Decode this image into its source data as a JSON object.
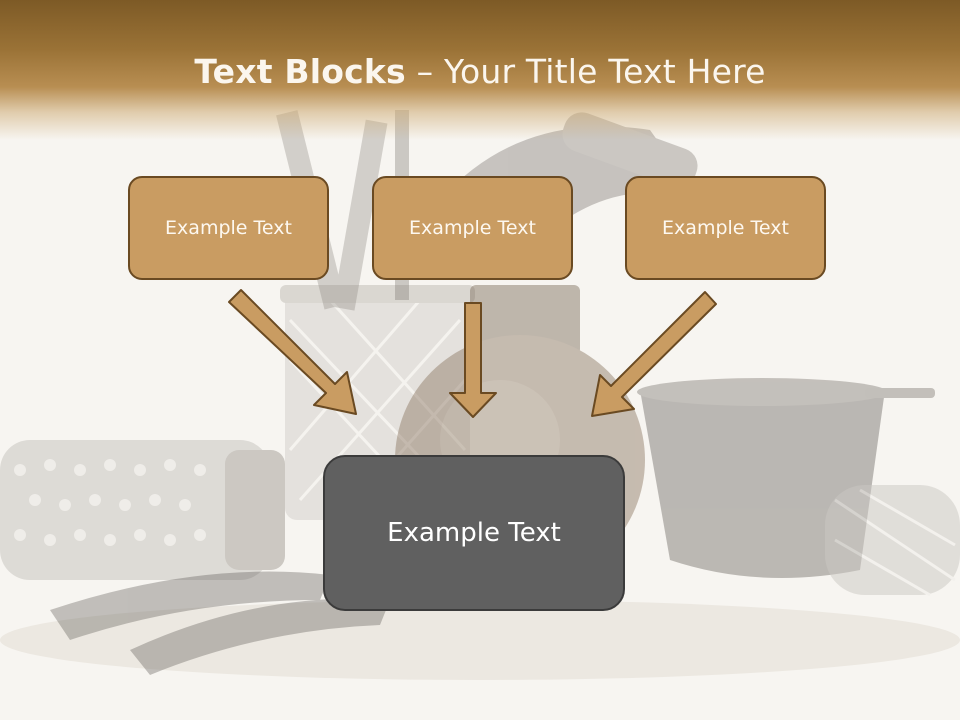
{
  "slide": {
    "title_bold": "Text Blocks",
    "title_separator": " – ",
    "title_rest": "Your Title Text Here",
    "blocks": [
      {
        "label": "Example Text"
      },
      {
        "label": "Example Text"
      },
      {
        "label": "Example Text"
      }
    ],
    "main_block": {
      "label": "Example Text"
    }
  },
  "colors": {
    "title_band": "#9a7236",
    "block_fill": "#c99c62",
    "block_border": "#6a4a22",
    "main_fill": "#606060",
    "arrow_fill": "#c99c62"
  },
  "icons": [
    "arrow-down-right-icon",
    "arrow-down-icon",
    "arrow-down-left-icon"
  ]
}
